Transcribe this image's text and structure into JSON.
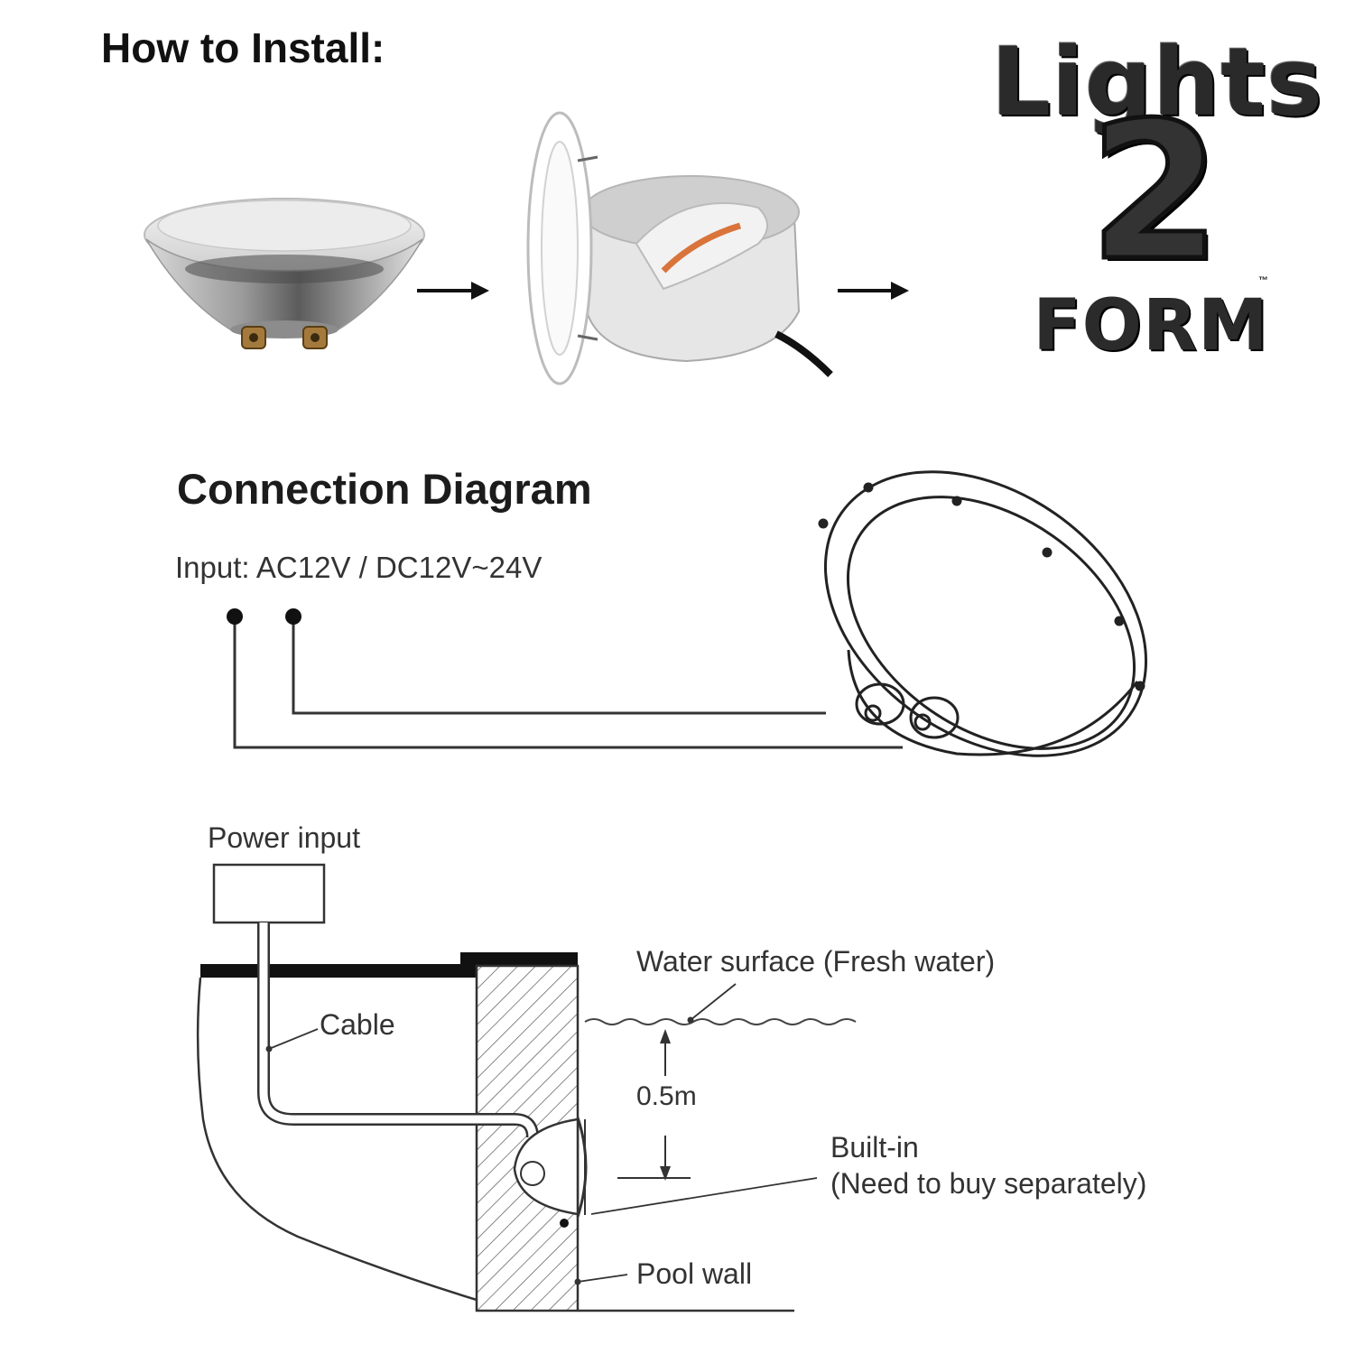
{
  "header": {
    "title": "How to Install:"
  },
  "logo": {
    "word1": "Lights",
    "numeral": "2",
    "word2": "FORM",
    "trademark": "™"
  },
  "connection": {
    "title": "Connection Diagram",
    "input_spec": "Input: AC12V / DC12V~24V"
  },
  "installation": {
    "power_input": "Power input",
    "cable": "Cable",
    "water_surface": "Water surface (Fresh water)",
    "depth": "0.5m",
    "built_in_line1": "Built-in",
    "built_in_line2": "(Need to buy separately)",
    "pool_wall": "Pool wall"
  }
}
